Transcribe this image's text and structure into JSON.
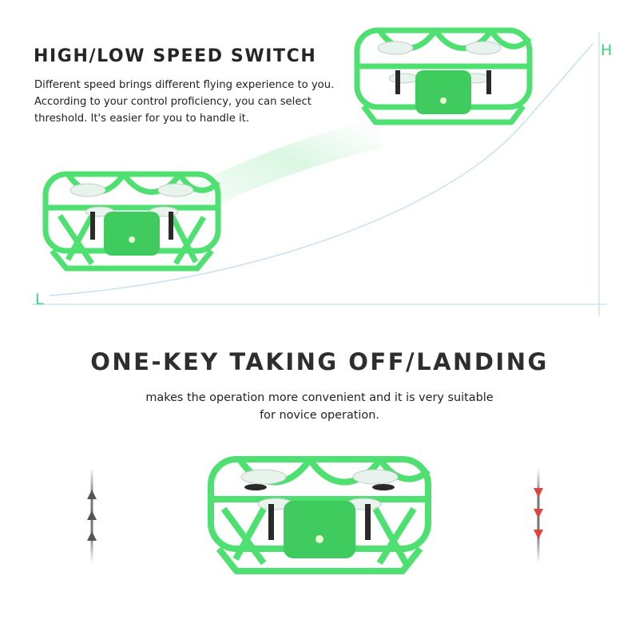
{
  "speed_section": {
    "title": "HIGH/LOW SPEED SWITCH",
    "description_lines": [
      "Different speed brings different flying experience to you.",
      "According to your control proficiency, you can select",
      "threshold. It's easier for you to handle it."
    ],
    "high_label": "H",
    "low_label": "L"
  },
  "takeoff_section": {
    "title": "ONE-KEY TAKING OFF/LANDING",
    "description_lines": [
      "makes the operation more convenient and it is very suitable",
      "for novice operation."
    ]
  },
  "colors": {
    "drone_green": "#4ee070",
    "drone_green_dark": "#2fb84f",
    "axis_green": "#35d47a",
    "axis_blue": "#c5dff0",
    "arrow_gray": "#555555",
    "arrow_red": "#e0453d"
  },
  "icons": [
    "drone-image",
    "up-arrows-icon",
    "down-arrows-icon"
  ]
}
